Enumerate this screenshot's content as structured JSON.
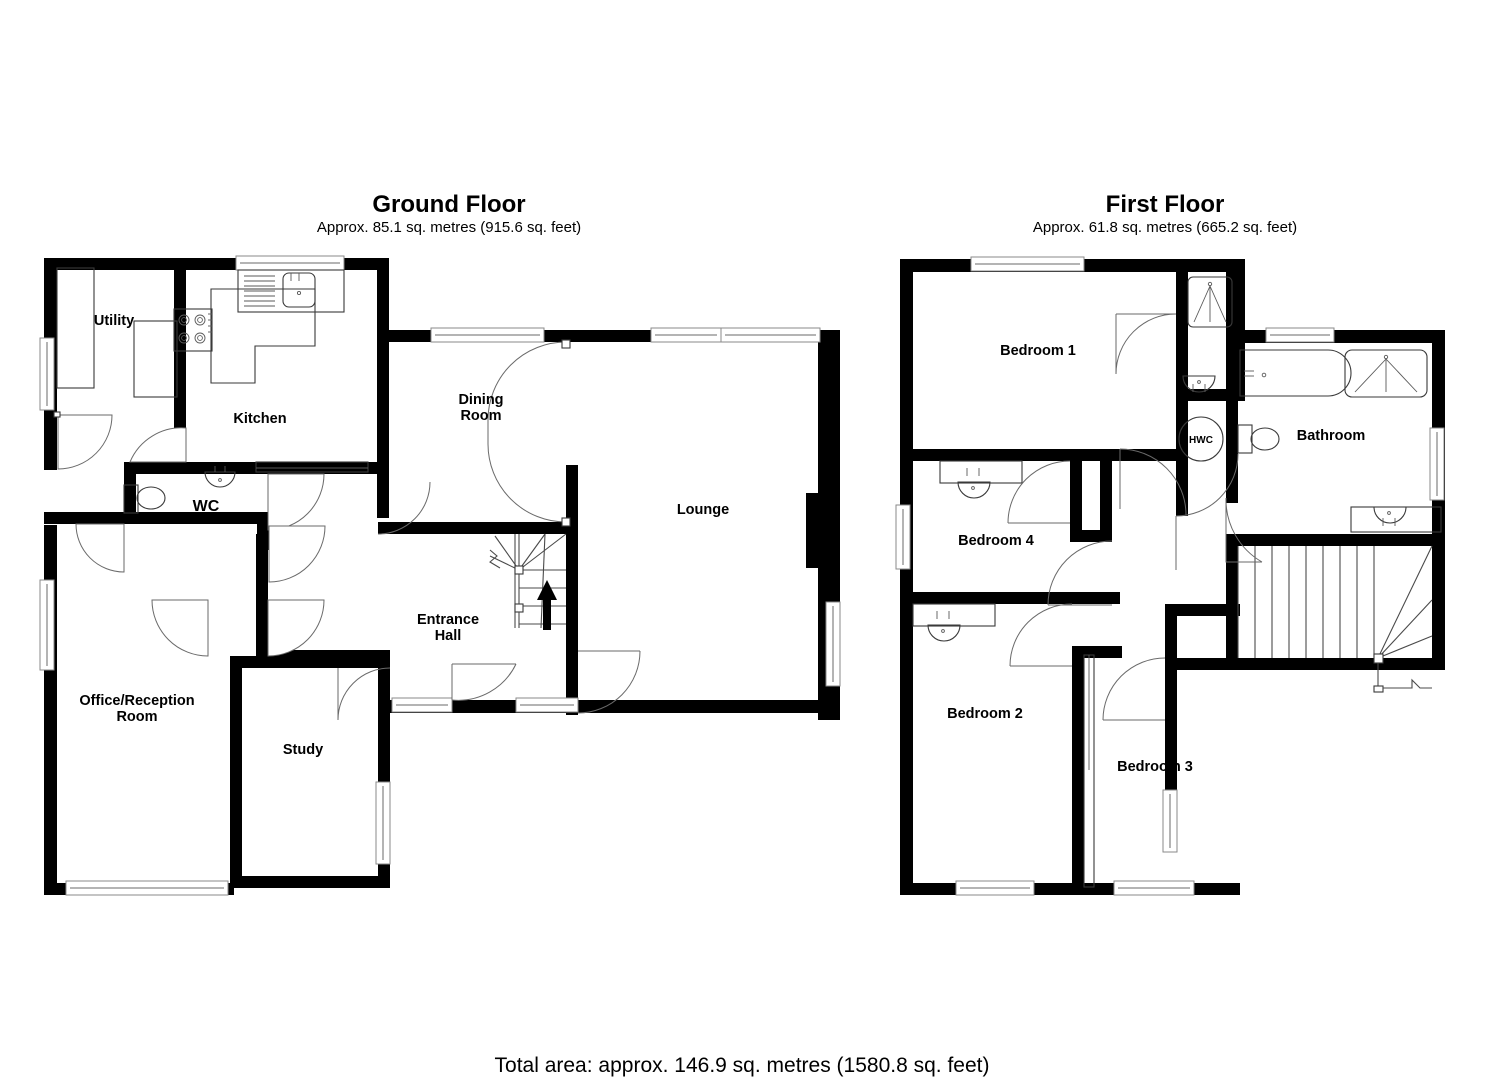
{
  "document": {
    "type": "floor-plan",
    "total_area_text": "Total area: approx. 146.9 sq. metres (1580.8 sq. feet)"
  },
  "floors": [
    {
      "id": "ground",
      "title": "Ground Floor",
      "subtitle": "Approx. 85.1 sq. metres (915.6 sq. feet)",
      "rooms": [
        {
          "name": "Utility",
          "label": "Utility"
        },
        {
          "name": "Kitchen",
          "label": "Kitchen"
        },
        {
          "name": "WC",
          "label": "WC"
        },
        {
          "name": "Dining Room",
          "label_line1": "Dining",
          "label_line2": "Room"
        },
        {
          "name": "Lounge",
          "label": "Lounge"
        },
        {
          "name": "Entrance Hall",
          "label_line1": "Entrance",
          "label_line2": "Hall"
        },
        {
          "name": "Office/Reception Room",
          "label_line1": "Office/Reception",
          "label_line2": "Room"
        },
        {
          "name": "Study",
          "label": "Study"
        }
      ]
    },
    {
      "id": "first",
      "title": "First Floor",
      "subtitle": "Approx. 61.8 sq. metres (665.2 sq. feet)",
      "rooms": [
        {
          "name": "Bedroom 1",
          "label": "Bedroom 1"
        },
        {
          "name": "Bedroom 2",
          "label": "Bedroom 2"
        },
        {
          "name": "Bedroom 3",
          "label": "Bedroom 3"
        },
        {
          "name": "Bedroom 4",
          "label": "Bedroom 4"
        },
        {
          "name": "Bathroom",
          "label": "Bathroom"
        },
        {
          "name": "Hot Water Cylinder",
          "label": "HWC"
        }
      ]
    }
  ],
  "colors": {
    "wall": "#000000",
    "background": "#ffffff",
    "fixture_stroke": "#3a3a3a",
    "text": "#000000"
  }
}
